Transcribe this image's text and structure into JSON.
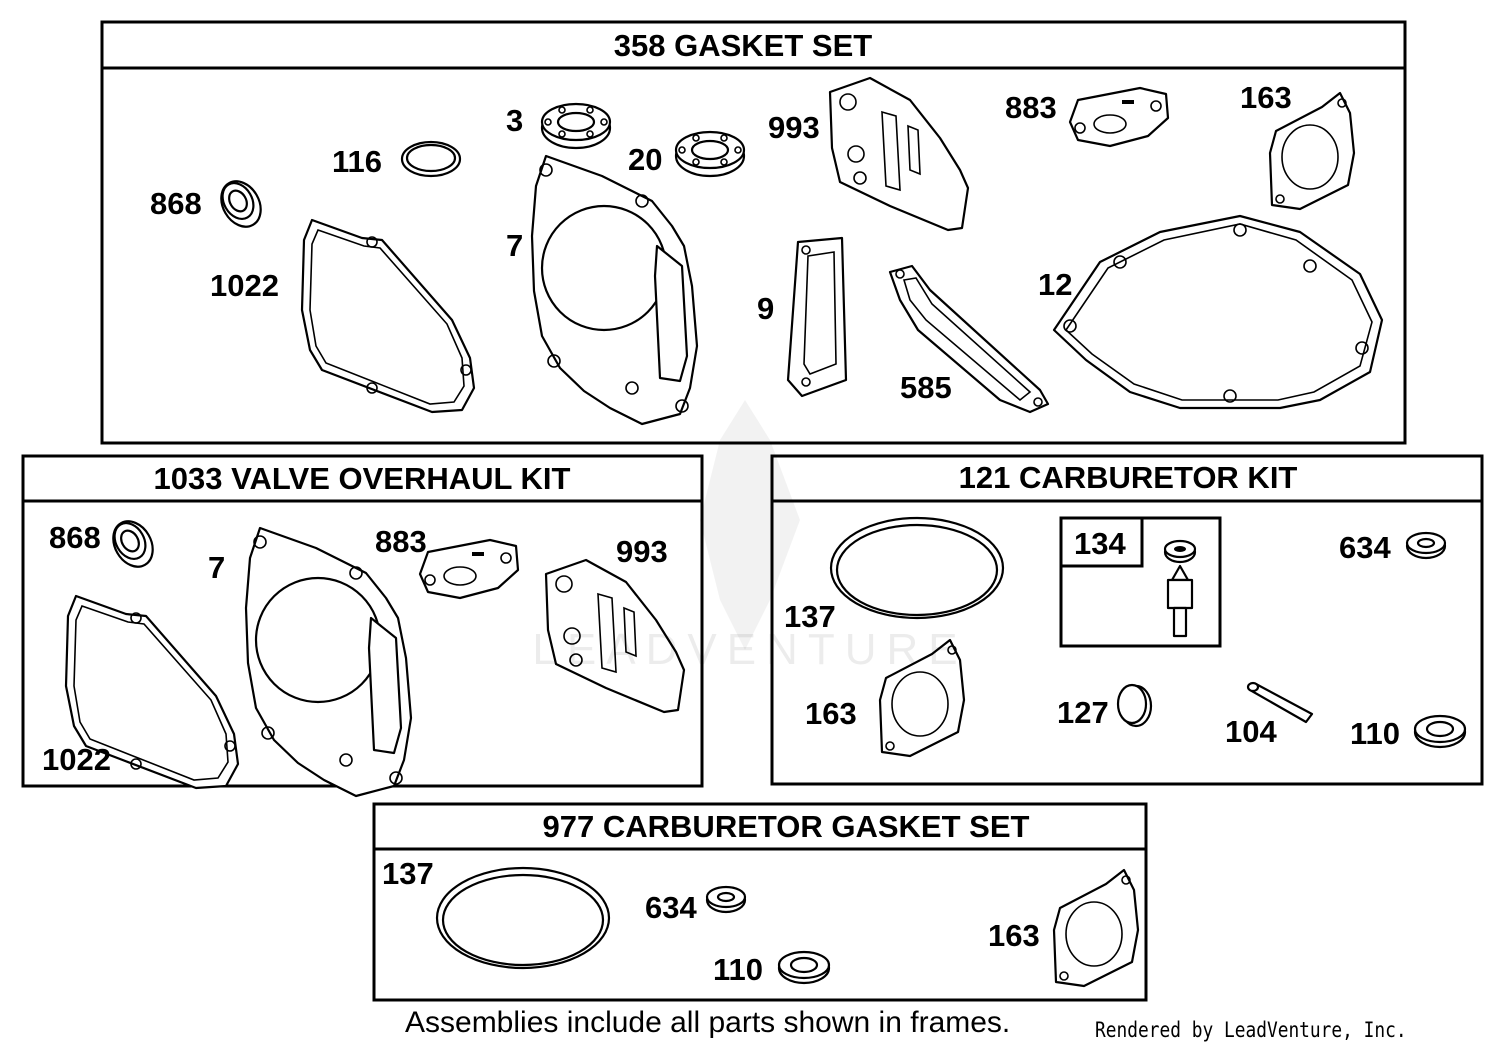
{
  "kits": [
    {
      "title": "358 GASKET SET",
      "parts": [
        "868",
        "116",
        "3",
        "20",
        "993",
        "883",
        "163",
        "1022",
        "7",
        "9",
        "585",
        "12"
      ]
    },
    {
      "title": "1033 VALVE OVERHAUL KIT",
      "parts": [
        "868",
        "7",
        "883",
        "993",
        "1022"
      ]
    },
    {
      "title": "121 CARBURETOR KIT",
      "parts": [
        "137",
        "134",
        "634",
        "163",
        "127",
        "104",
        "110"
      ]
    },
    {
      "title": "977 CARBURETOR  GASKET SET",
      "parts": [
        "137",
        "634",
        "110",
        "163"
      ]
    }
  ],
  "footer_note": "Assemblies include all parts shown in frames.",
  "credit": "Rendered by LeadVenture, Inc.",
  "watermark": "LEADVENTURE"
}
